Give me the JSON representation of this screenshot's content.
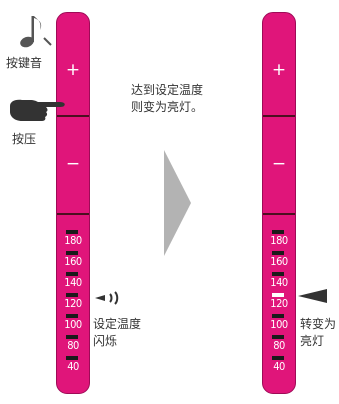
{
  "colors": {
    "bar": "#e0157a",
    "divider": "#4a1020",
    "arrow": "#b3b3b3",
    "text": "#333333"
  },
  "left_panel": {
    "key_tone_label": "按键音",
    "press_label": "按压",
    "plus": "+",
    "minus": "−",
    "temps": [
      "180",
      "160",
      "140",
      "120",
      "100",
      "80",
      "40"
    ],
    "indicator_label": [
      "设定温度",
      "闪烁"
    ],
    "icons": [
      "music-note-icon",
      "pressing-hand-icon",
      "blinking-indicator-icon"
    ]
  },
  "center_note": [
    "达到设定温度",
    "则变为亮灯。"
  ],
  "right_panel": {
    "plus": "+",
    "minus": "−",
    "temps": [
      "180",
      "160",
      "140",
      "120",
      "100",
      "80",
      "40"
    ],
    "lit_temp": "120",
    "indicator_label": [
      "转变为",
      "亮灯"
    ],
    "icons": [
      "lit-indicator-icon"
    ]
  }
}
